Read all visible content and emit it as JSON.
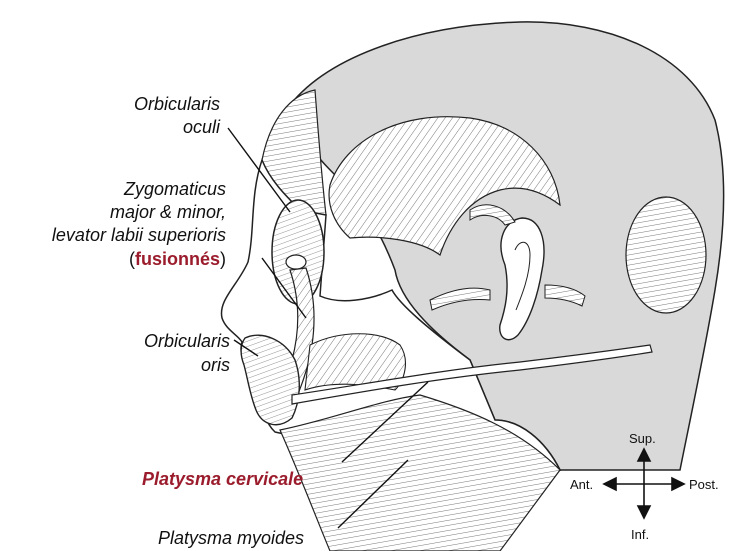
{
  "labels": {
    "orbicularis_oculi_1": "Orbicularis",
    "orbicularis_oculi_2": "oculi",
    "zygomaticus_1": "Zygomaticus",
    "zygomaticus_2": "major & minor,",
    "zygomaticus_3": "levator labii superioris",
    "fusion_open": "(",
    "fusion_word": "fusionnés",
    "fusion_close": ")",
    "orbicularis_oris_1": "Orbicularis",
    "orbicularis_oris_2": "oris",
    "platysma_cervicale": "Platysma cervicale",
    "platysma_myoides": "Platysma myoides"
  },
  "orientation": {
    "sup": "Sup.",
    "inf": "Inf.",
    "ant": "Ant.",
    "post": "Post."
  },
  "colors": {
    "highlight": "#9b1c2c",
    "shade": "#d9d9d9",
    "ink": "#111111"
  }
}
